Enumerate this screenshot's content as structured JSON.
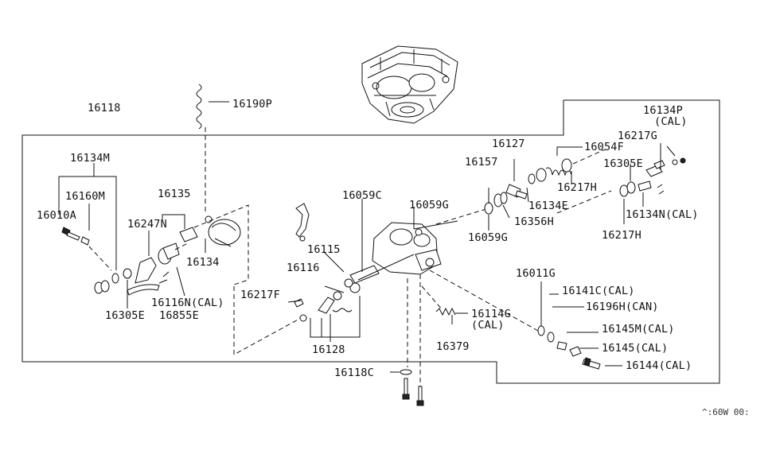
{
  "diagram": {
    "catalog_code": "^:60W 00:",
    "labels": {
      "l16118": "16118",
      "l16190P": "16190P",
      "l16134M": "16134M",
      "l16160M": "16160M",
      "l16010A": "16010A",
      "l16135": "16135",
      "l16247N": "16247N",
      "l16134": "16134",
      "l16116NCAL": "16116N(CAL)",
      "l16855E": "16855E",
      "l16305E_left": "16305E",
      "l16217F": "16217F",
      "l16128": "16128",
      "l16116": "16116",
      "l16115": "16115",
      "l16059C": "16059C",
      "l16059G_top": "16059G",
      "l16059G_bot": "16059G",
      "l16157": "16157",
      "l16127": "16127",
      "l16054F": "16054F",
      "l16217H_top": "16217H",
      "l16134E": "16134E",
      "l16356H": "16356H",
      "l16134P": "16134P",
      "l16134P_cal": "(CAL)",
      "l16217G": "16217G",
      "l16305E_right": "16305E",
      "l16134NCAL": "16134N(CAL)",
      "l16217H_right": "16217H",
      "l16011G": "16011G",
      "l16141CCAL": "16141C(CAL)",
      "l16196HCAN": "16196H(CAN)",
      "l16145MCAL": "16145M(CAL)",
      "l16145CAL": "16145(CAL)",
      "l16144CAL": "16144(CAL)",
      "l16114G": "16114G",
      "l16114G_cal": "(CAL)",
      "l16379": "16379",
      "l16118C": "16118C"
    }
  }
}
